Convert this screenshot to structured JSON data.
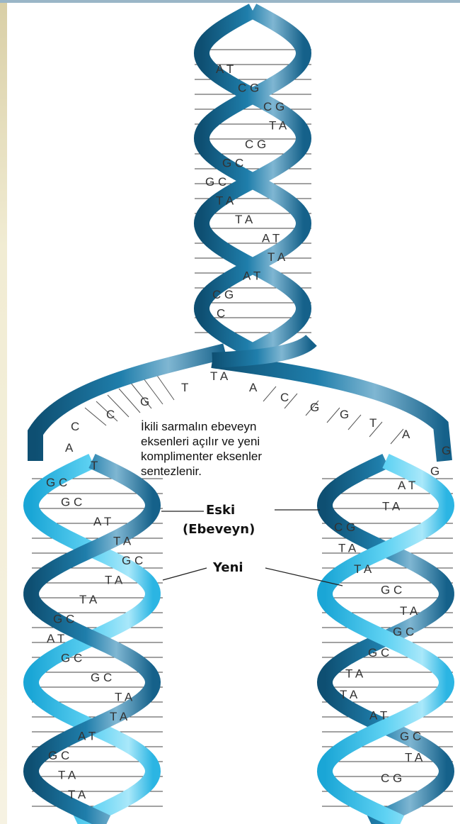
{
  "caption": {
    "line1": "İkili sarmalın ebeveyn",
    "line2": "eksenleri açılır ve yeni",
    "line3": "komplimenter eksenler",
    "line4": "sentezlenir."
  },
  "labels": {
    "old": "Eski",
    "old_sub": "(Ebeveyn)",
    "new": "Yeni"
  },
  "colors": {
    "parent_strand": "#1f78a3",
    "new_strand": "#33bfe8",
    "background": "#ffffff"
  },
  "pairs": {
    "top": [
      "A T",
      "C G",
      "C G",
      "T A",
      "C G",
      "G C",
      "G C",
      "T A",
      "T A",
      "A T",
      "T A",
      "A T",
      "C G",
      "C"
    ],
    "fork_left": [
      "T",
      "G",
      "C",
      "C",
      "A",
      "T"
    ],
    "fork_center": [
      "T A"
    ],
    "fork_right": [
      "A",
      "C",
      "G",
      "G",
      "T",
      "A",
      "G",
      "G"
    ],
    "left": [
      "G C",
      "G C",
      "A T",
      "T A",
      "G C",
      "T A",
      "T A",
      "G C",
      "A T",
      "G C",
      "G C",
      "T A",
      "T A",
      "A T",
      "G C",
      "T A",
      "T A"
    ],
    "right": [
      "A T",
      "T A",
      "C G",
      "T A",
      "T A",
      "G C",
      "T A",
      "G C",
      "G C",
      "T A",
      "T A",
      "A T",
      "G C",
      "T A",
      "C G"
    ]
  }
}
